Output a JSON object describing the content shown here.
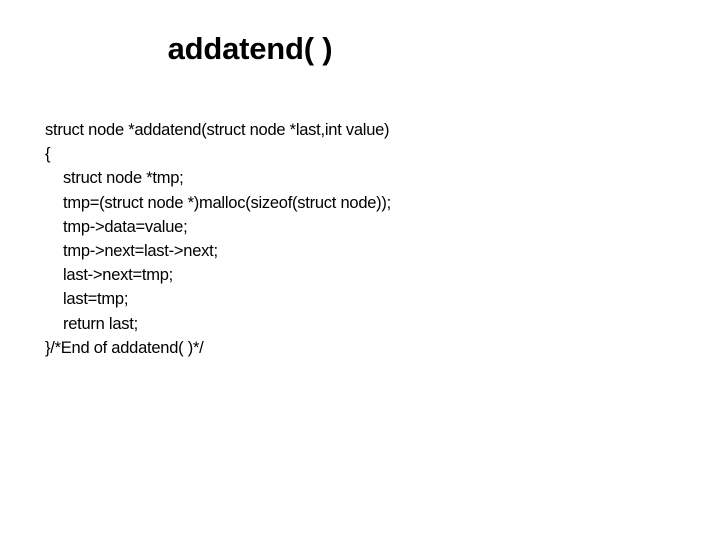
{
  "slide": {
    "title": "addatend( )",
    "background_color": "#ffffff",
    "text_color": "#000000",
    "code": {
      "lines": [
        {
          "text": "struct node *addatend(struct node *last,int value)",
          "indent": 0
        },
        {
          "text": "{",
          "indent": 0
        },
        {
          "text": "struct node *tmp;",
          "indent": 1
        },
        {
          "text": "tmp=(struct node *)malloc(sizeof(struct node));",
          "indent": 1
        },
        {
          "text": "tmp->data=value;",
          "indent": 1
        },
        {
          "text": "tmp->next=last->next;",
          "indent": 1
        },
        {
          "text": "last->next=tmp;",
          "indent": 1
        },
        {
          "text": "last=tmp;",
          "indent": 1
        },
        {
          "text": "return last;",
          "indent": 1
        },
        {
          "text": "}/*End of addatend( )*/",
          "indent": 0
        }
      ]
    }
  }
}
